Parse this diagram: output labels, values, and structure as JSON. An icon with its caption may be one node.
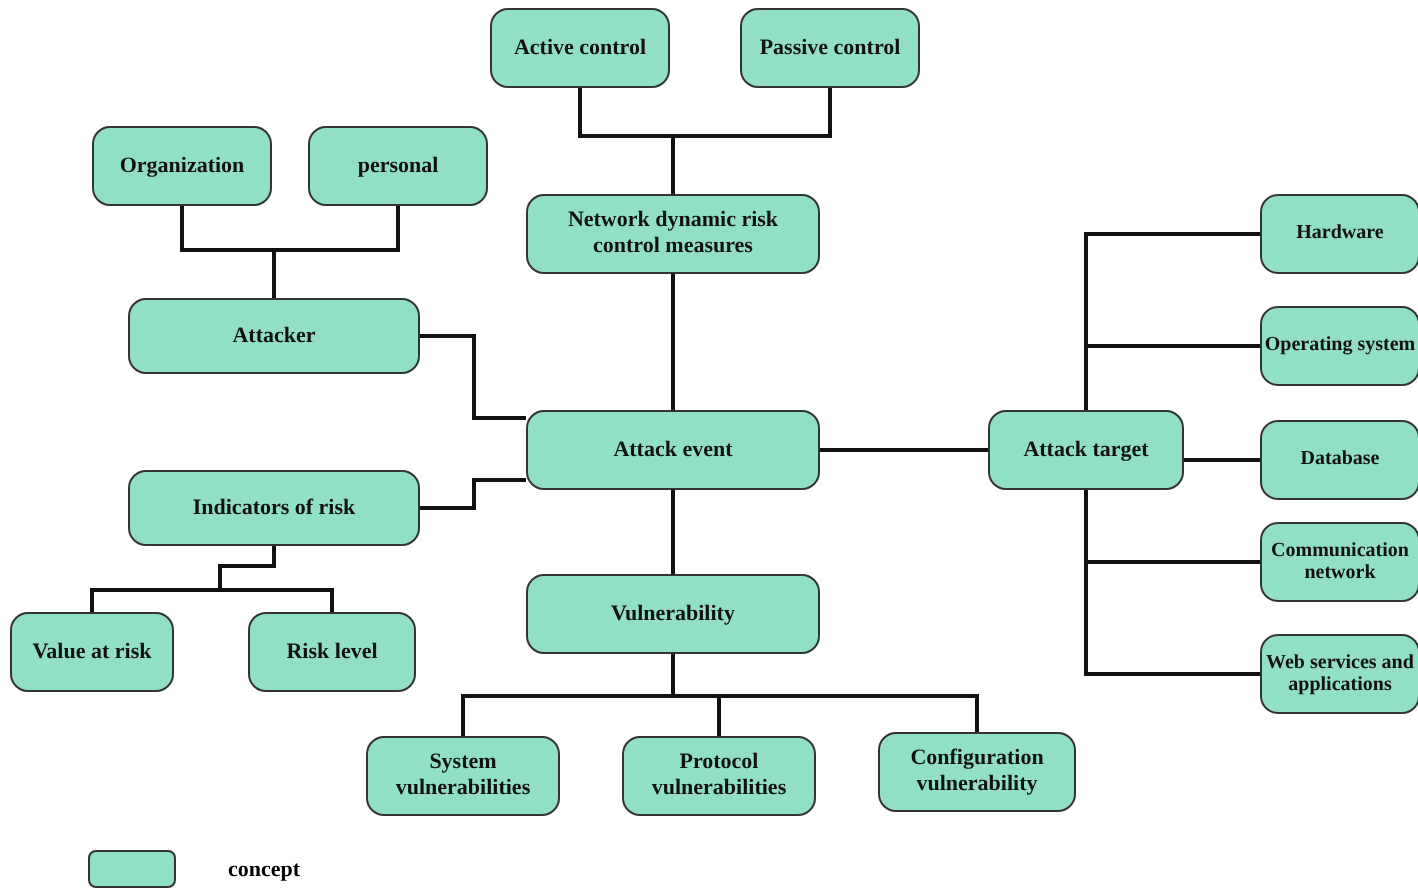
{
  "diagram": {
    "nodes": [
      {
        "text": [
          "Active control"
        ]
      },
      {
        "text": [
          "Passive control"
        ]
      },
      {
        "text": [
          "Network dynamic risk control measures"
        ]
      },
      {
        "text": [
          "Organization"
        ]
      },
      {
        "text": [
          "personal"
        ]
      },
      {
        "text": [
          "Attacker"
        ]
      },
      {
        "text": [
          "Attack event"
        ]
      },
      {
        "text": [
          "Indicators of risk"
        ]
      },
      {
        "text": [
          "Value at risk"
        ]
      },
      {
        "text": [
          "Risk level"
        ]
      },
      {
        "text": [
          "Vulnerability"
        ]
      },
      {
        "text": [
          "System vulnerabilities"
        ]
      },
      {
        "text": [
          "Protocol vulnerabilities"
        ]
      },
      {
        "text": [
          "Configuration vulnerability"
        ]
      },
      {
        "text": [
          "Attack target"
        ]
      },
      {
        "text": [
          "Hardware"
        ]
      },
      {
        "text": [
          "Operating system"
        ]
      },
      {
        "text": [
          "Database"
        ]
      },
      {
        "text": [
          "Communication network"
        ]
      },
      {
        "text": [
          "Web services and applications"
        ]
      }
    ],
    "edges": [
      {
        "from": 0,
        "to": 2,
        "arrow": "none"
      },
      {
        "from": 1,
        "to": 2,
        "arrow": "none"
      },
      {
        "from": 3,
        "to": 5,
        "arrow": "none"
      },
      {
        "from": 4,
        "to": 5,
        "arrow": "none"
      },
      {
        "from": 2,
        "to": 6,
        "arrow": "none"
      },
      {
        "from": 5,
        "to": 6,
        "arrow": "none"
      },
      {
        "from": 7,
        "to": 6,
        "arrow": "none"
      },
      {
        "from": 7,
        "to": 8,
        "arrow": "none"
      },
      {
        "from": 7,
        "to": 9,
        "arrow": "none"
      },
      {
        "from": 6,
        "to": 10,
        "arrow": "none"
      },
      {
        "from": 10,
        "to": 11,
        "arrow": "none"
      },
      {
        "from": 10,
        "to": 12,
        "arrow": "none"
      },
      {
        "from": 10,
        "to": 13,
        "arrow": "none"
      },
      {
        "from": 6,
        "to": 14,
        "arrow": "none"
      },
      {
        "from": 14,
        "to": 15,
        "arrow": "none"
      },
      {
        "from": 14,
        "to": 16,
        "arrow": "none"
      },
      {
        "from": 14,
        "to": 17,
        "arrow": "none"
      },
      {
        "from": 14,
        "to": 18,
        "arrow": "none"
      },
      {
        "from": 14,
        "to": 19,
        "arrow": "none"
      }
    ],
    "legend": [
      {
        "text": "concept",
        "color": "#92e0c4"
      }
    ]
  }
}
